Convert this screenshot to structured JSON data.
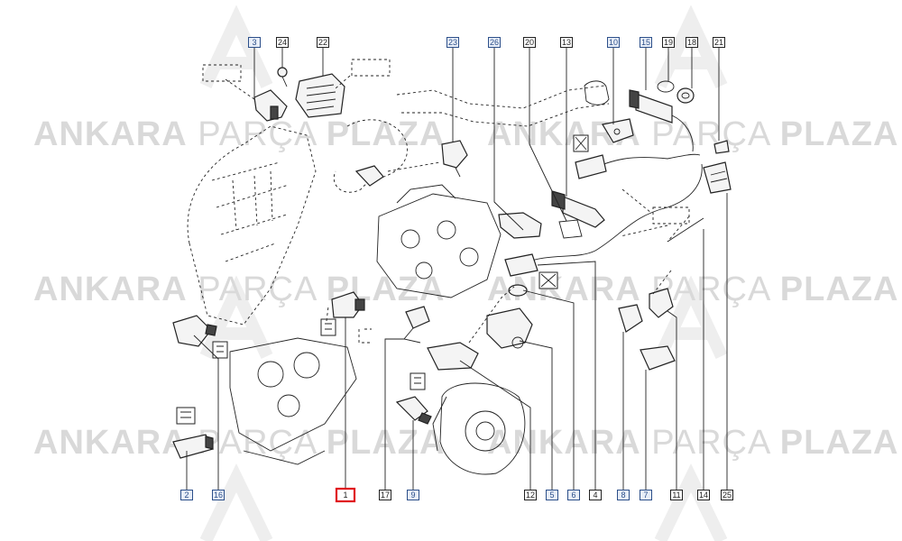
{
  "watermark": {
    "brand_bold_1": "ANKARA",
    "brand_light": "PARÇA",
    "brand_bold_2": "PLAZA"
  },
  "colors": {
    "selected_callout": "#e0101a",
    "linked_callout": "#2c4f8a",
    "line": "#222222",
    "watermark": "#d9d9d9"
  },
  "callouts": [
    {
      "id": "c3",
      "label": "3",
      "style": "blue"
    },
    {
      "id": "c24",
      "label": "24",
      "style": "plain"
    },
    {
      "id": "c22",
      "label": "22",
      "style": "plain"
    },
    {
      "id": "c23",
      "label": "23",
      "style": "blue"
    },
    {
      "id": "c26",
      "label": "26",
      "style": "blue"
    },
    {
      "id": "c20",
      "label": "20",
      "style": "plain"
    },
    {
      "id": "c13",
      "label": "13",
      "style": "plain"
    },
    {
      "id": "c10",
      "label": "10",
      "style": "blue"
    },
    {
      "id": "c15",
      "label": "15",
      "style": "blue"
    },
    {
      "id": "c19",
      "label": "19",
      "style": "plain"
    },
    {
      "id": "c18",
      "label": "18",
      "style": "plain"
    },
    {
      "id": "c21",
      "label": "21",
      "style": "plain"
    },
    {
      "id": "c2",
      "label": "2",
      "style": "blue"
    },
    {
      "id": "c16",
      "label": "16",
      "style": "blue"
    },
    {
      "id": "c1",
      "label": "1",
      "style": "selected"
    },
    {
      "id": "c17",
      "label": "17",
      "style": "plain"
    },
    {
      "id": "c9",
      "label": "9",
      "style": "blue"
    },
    {
      "id": "c12",
      "label": "12",
      "style": "plain"
    },
    {
      "id": "c5",
      "label": "5",
      "style": "blue"
    },
    {
      "id": "c6",
      "label": "6",
      "style": "blue"
    },
    {
      "id": "c4",
      "label": "4",
      "style": "plain"
    },
    {
      "id": "c8",
      "label": "8",
      "style": "blue"
    },
    {
      "id": "c7",
      "label": "7",
      "style": "blue"
    },
    {
      "id": "c11",
      "label": "11",
      "style": "plain"
    },
    {
      "id": "c14",
      "label": "14",
      "style": "plain"
    },
    {
      "id": "c25",
      "label": "25",
      "style": "plain"
    }
  ]
}
